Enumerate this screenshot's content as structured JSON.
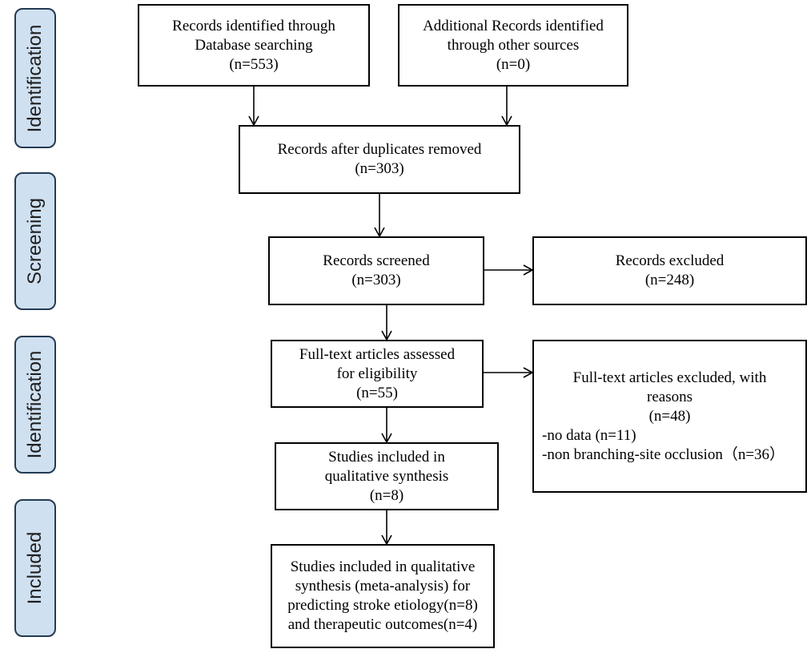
{
  "stages": {
    "identification_1": "Identification",
    "screening": "Screening",
    "identification_2": "Identification",
    "included": "Included"
  },
  "boxes": {
    "db_search": {
      "line1": "Records identified through",
      "line2": "Database searching",
      "count": "(n=553)"
    },
    "other_sources": {
      "line1": "Additional Records identified",
      "line2": "through other sources",
      "count": "(n=0)"
    },
    "duplicates_removed": {
      "line1": "Records after duplicates removed",
      "count": "(n=303)"
    },
    "screened": {
      "line1": "Records screened",
      "count": "(n=303)"
    },
    "excluded": {
      "line1": "Records excluded",
      "count": "(n=248)"
    },
    "fulltext_assessed": {
      "line1": "Full-text articles assessed",
      "line2": "for eligibility",
      "count": "(n=55)"
    },
    "fulltext_excluded": {
      "line1": "Full-text articles excluded, with",
      "line2": "reasons",
      "count": "(n=48)",
      "reason1": "-no data (n=11)",
      "reason2": "-non  branching-site occlusion（n=36）"
    },
    "qualitative": {
      "line1": "Studies included in",
      "line2": "qualitative synthesis",
      "count": "(n=8)"
    },
    "meta_analysis": {
      "line1": "Studies included in qualitative",
      "line2": "synthesis (meta-analysis) for",
      "line3": "predicting stroke etiology(n=8)",
      "line4": "and therapeutic outcomes(n=4)"
    }
  },
  "colors": {
    "stage_fill": "#cfe0f1",
    "stage_border": "#243b53",
    "box_border": "#000000"
  }
}
